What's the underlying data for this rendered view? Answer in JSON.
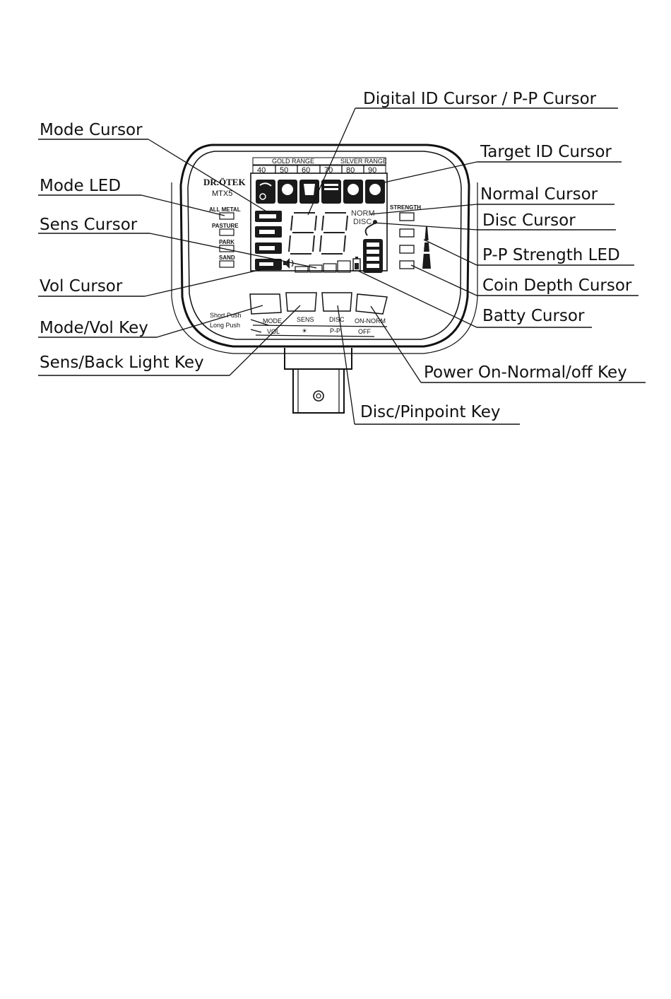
{
  "labels": {
    "digital_id_cursor": "Digital ID Cursor / P-P Cursor",
    "mode_cursor": "Mode  Cursor",
    "target_id_cursor": "Target ID Cursor",
    "mode_led": "Mode LED",
    "normal_cursor": "Normal Cursor",
    "disc_cursor": "Disc Cursor",
    "sens_cursor": "Sens Cursor",
    "pp_strength_led": "P-P Strength LED",
    "vol_cursor": "Vol Cursor",
    "coin_depth_cursor": "Coin Depth Cursor",
    "batty_cursor": "Batty Cursor",
    "mode_vol_key": "Mode/Vol Key",
    "sens_back_light_key": "Sens/Back Light Key",
    "power_key": "Power On-Normal/off Key",
    "disc_pinpoint_key": "Disc/Pinpoint Key"
  },
  "device": {
    "brand": "DR.ÖTEK",
    "model": "MTX5",
    "gold_range": "GOLD RANGE",
    "silver_range": "SILVER RANGE",
    "scale": [
      "40",
      "50",
      "60",
      "70",
      "80",
      "90"
    ],
    "modes": [
      "ALL METAL",
      "PASTURE",
      "PARK",
      "SAND"
    ],
    "norm": "NORM",
    "disc": "DISC",
    "strength": "STRENGTH",
    "short_push": "Short Push",
    "long_push": "Long Push",
    "keys_short": [
      "MODE",
      "SENS",
      "DISC",
      "ON-NORM"
    ],
    "keys_long": [
      "VOL",
      "☀",
      "P-P",
      "OFF"
    ]
  },
  "icons": [
    "target-icon",
    "speaker-icon",
    "battery-icon",
    "magnet-icon"
  ]
}
